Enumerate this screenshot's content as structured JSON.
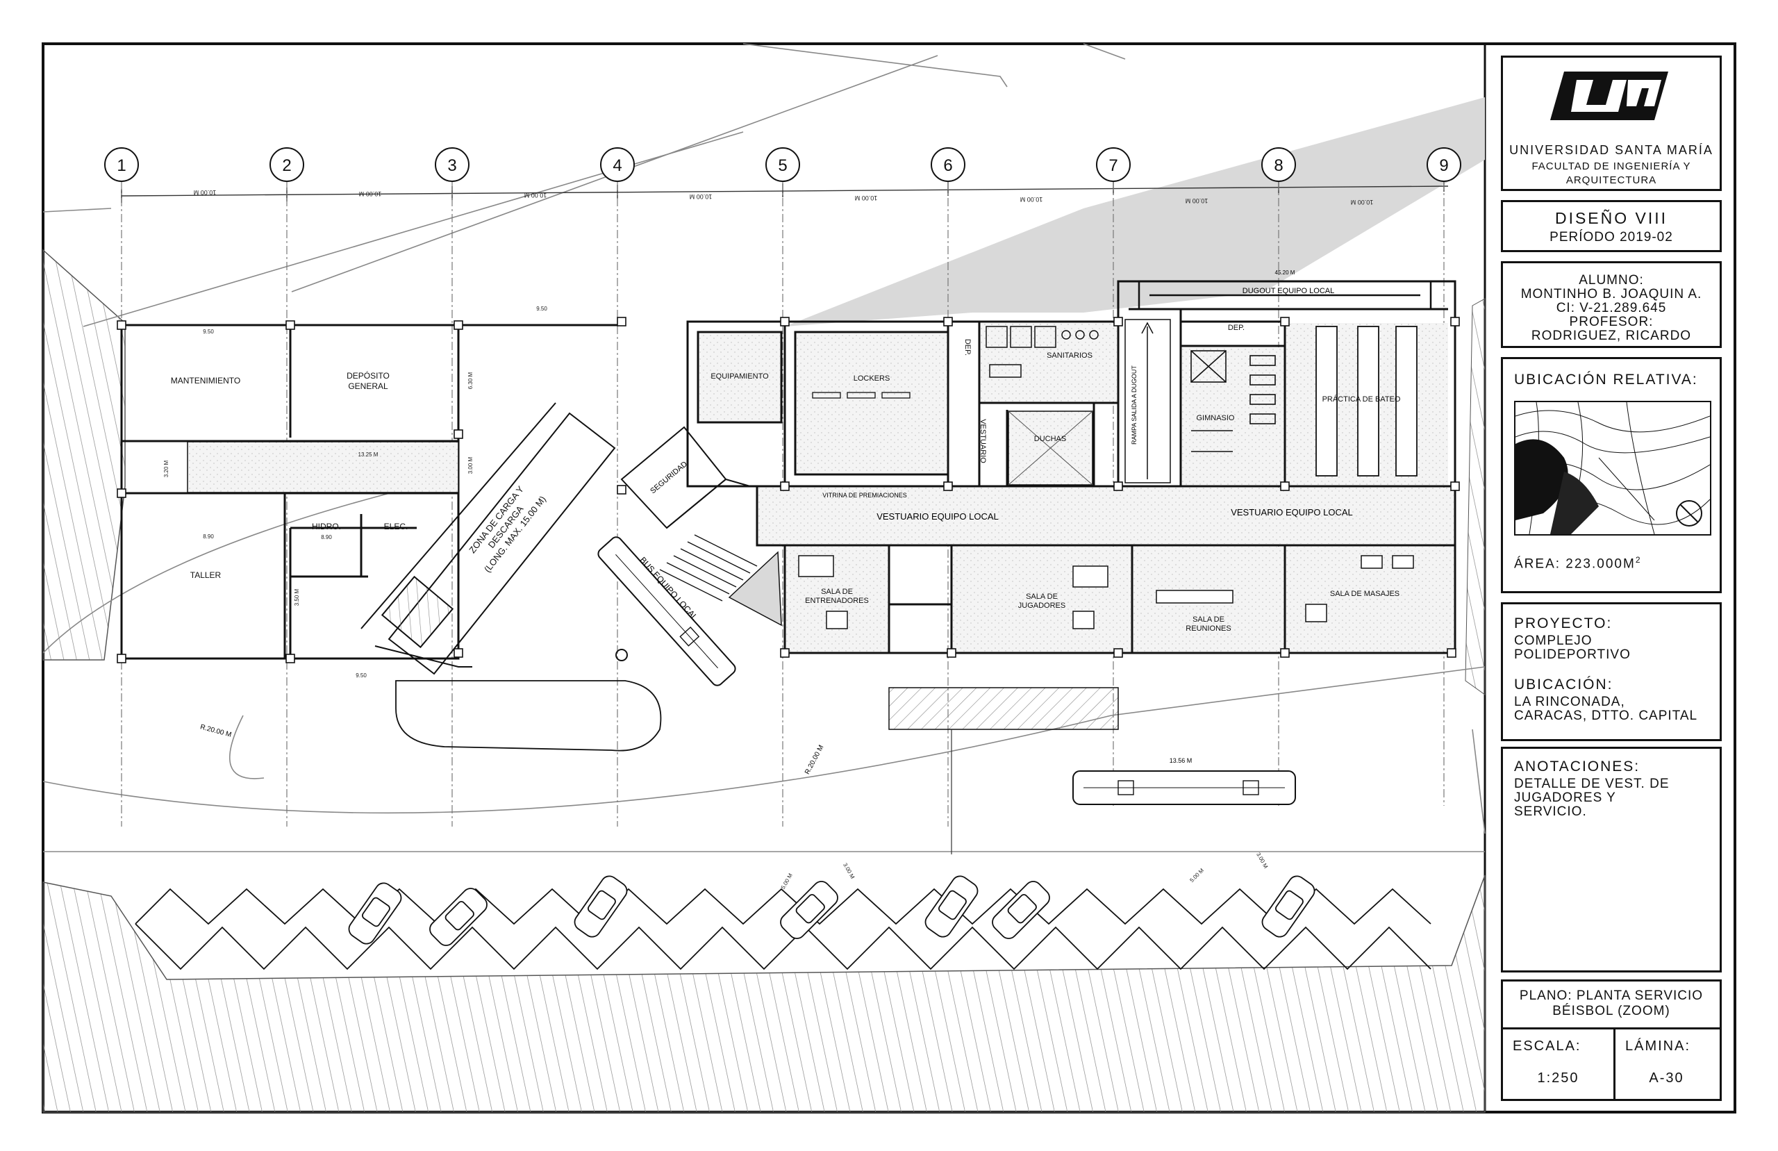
{
  "grid_axes": [
    "1",
    "2",
    "3",
    "4",
    "5",
    "6",
    "7",
    "8",
    "9"
  ],
  "dimensions": {
    "axis_spacing": "10.00 M",
    "parapet": "9.50",
    "dugout_width": "45.20 M",
    "bus_width": "13.56 M",
    "corridor_height": "3.20 M",
    "corridor_len": "13.25 M",
    "room_depth": "8.90",
    "loading_dim": "6.30 M",
    "loading_w": "3.00 M",
    "small_dim": "3.50 M",
    "curve_label": "R.20.00 M",
    "park_dim": "5.00 M",
    "car_dim": "3.00 M"
  },
  "rooms": {
    "mantenimiento": "MANTENIMIENTO",
    "deposito_1": "DEPÓSITO",
    "deposito_2": "GENERAL",
    "taller": "TALLER",
    "hidro": "HIDRO.",
    "elec": "ELEC.",
    "zona_1": "ZONA DE CARGA Y",
    "zona_2": "DESCARGA",
    "zona_3": "(LONG. MAX. 15.00 M)",
    "equipamiento": "EQUIPAMIENTO",
    "lockers": "LOCKERS",
    "dep": "DEP.",
    "sanitarios": "SANITARIOS",
    "duchas": "DUCHAS",
    "vestuario_v": "VESTUARIO",
    "rampa": "RAMPA SALIDA A DUGOUT",
    "dugout": "DUGOUT EQUIPO LOCAL",
    "gimnasio": "GIMNASIO",
    "bateo": "PRÁCTICA DE BATEO",
    "seguridad": "SEGURIDAD",
    "vitrina": "VITRINA DE PREMIACIONES",
    "vestuario_1": "VESTUARIO EQUIPO LOCAL",
    "vestuario_2": "VESTUARIO EQUIPO LOCAL",
    "bus": "BUS EQUIPO LOCAL",
    "entrenadores_1": "SALA DE",
    "entrenadores_2": "ENTRENADORES",
    "jugadores_1": "SALA DE",
    "jugadores_2": "JUGADORES",
    "reuniones_1": "SALA DE",
    "reuniones_2": "REUNIONES",
    "masajes": "SALA DE MASAJES"
  },
  "title_block": {
    "university": "UNIVERSIDAD SANTA MARÍA",
    "faculty_1": "FACULTAD DE INGENIERÍA Y",
    "faculty_2": "ARQUITECTURA",
    "course": "DISEÑO VIII",
    "period": "PERÍODO 2019-02",
    "alumno_label": "ALUMNO:",
    "alumno_name": "MONTINHO B. JOAQUIN A.",
    "alumno_ci": "CI: V-21.289.645",
    "profesor_label": "PROFESOR:",
    "profesor_name": "RODRIGUEZ, RICARDO",
    "ubicacion_relativa": "UBICACIÓN RELATIVA:",
    "area_label": "ÁREA: 223.000M",
    "area_exp": "2",
    "proyecto_label": "PROYECTO:",
    "proyecto_1": "COMPLEJO",
    "proyecto_2": "POLIDEPORTIVO",
    "ubicacion_label": "UBICACIÓN:",
    "ubicacion_1": "LA RINCONADA,",
    "ubicacion_2": "CARACAS, DTTO. CAPITAL",
    "anotaciones_label": "ANOTACIONES:",
    "anotaciones_1": "DETALLE DE VEST. DE",
    "anotaciones_2": "JUGADORES Y",
    "anotaciones_3": "SERVICIO.",
    "plano_1": "PLANO: PLANTA SERVICIO",
    "plano_2": "BÉISBOL (ZOOM)",
    "escala_label": "ESCALA:",
    "escala_value": "1:250",
    "lamina_label": "LÁMINA:",
    "lamina_value": "A-30"
  },
  "colors": {
    "line": "#111111",
    "hatch": "#555555",
    "soft": "#9a9a9a",
    "fill_gray": "#d9d9d9"
  }
}
